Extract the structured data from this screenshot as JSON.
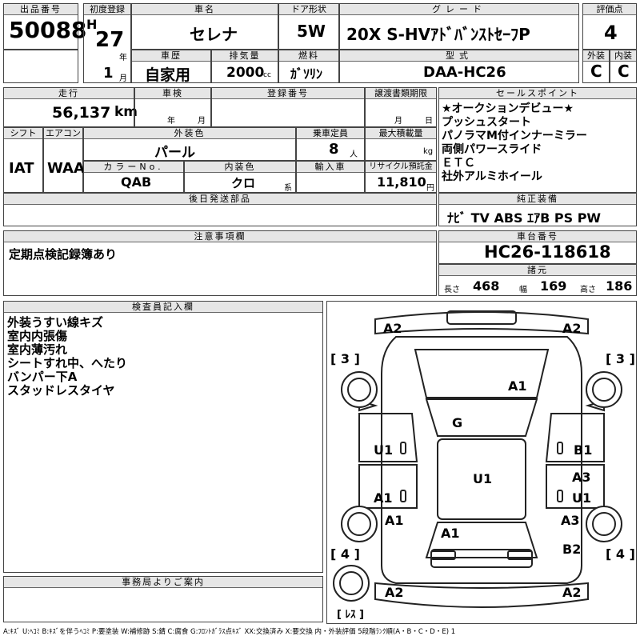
{
  "header": {
    "lot_label": "出品番号",
    "lot_number": "50088",
    "first_reg_label": "初度登録",
    "era": "H",
    "year": "27",
    "year_unit": "年",
    "month": "1",
    "month_unit": "月",
    "name_label": "車名",
    "name": "セレナ",
    "door_label": "ドア形状",
    "door": "5W",
    "grade_label": "グレード",
    "grade": "20X S-HVｱﾄﾞﾊﾞﾝｽﾄｾｰﾌP",
    "score_label": "評価点",
    "score": "4",
    "history_label": "車歴",
    "history": "自家用",
    "displacement_label": "排気量",
    "displacement": "2000",
    "displacement_unit": "cc",
    "fuel_label": "燃料",
    "fuel": "ｶﾞｿﾘﾝ",
    "model_label": "型式",
    "model": "DAA-HC26",
    "ext_label": "外装",
    "ext_grade": "C",
    "int_label": "内装",
    "int_grade": "C"
  },
  "row2": {
    "mileage_label": "走行",
    "mileage": "56,137",
    "mileage_unit": "km",
    "inspection_label": "車検",
    "insp_year": "年",
    "insp_month": "月",
    "reg_label": "登録番号",
    "transfer_label": "譲渡書類期限",
    "tr_month": "月",
    "tr_day": "日",
    "shift_label": "シフト",
    "shift": "IAT",
    "ac_label": "エアコン",
    "ac": "WAA",
    "color_label": "外装色",
    "color": "パール",
    "seats_label": "乗車定員",
    "seats": "8",
    "seats_unit": "人",
    "load_label": "最大積載量",
    "load_unit": "kg",
    "color_no_label": "カラーNo.",
    "color_no": "QAB",
    "interior_label": "内装色",
    "interior": "クロ",
    "interior_unit": "系",
    "import_label": "輸入車",
    "recycle_label": "リサイクル預託金",
    "recycle": "11,810",
    "recycle_unit": "円",
    "later_label": "後日発送部品"
  },
  "sales": {
    "label": "セールスポイント",
    "items": [
      "★オークションデビュー★",
      "プッシュスタート",
      "パノラマM付インナーミラー",
      "両側パワースライド",
      "ＥＴＣ",
      "社外アルミホイール"
    ]
  },
  "equip": {
    "label": "純正装備",
    "items": "ﾅﾋﾞ TV ABS ｴｱB PS PW"
  },
  "notes": {
    "label": "注意事項欄",
    "text": "定期点検記録簿あり"
  },
  "chassis": {
    "label": "車台番号",
    "number": "HC26-118618"
  },
  "dims": {
    "label": "諸元",
    "len_label": "長さ",
    "len": "468",
    "wid_label": "幅",
    "wid": "169",
    "hgt_label": "高さ",
    "hgt": "186"
  },
  "inspector": {
    "label": "検査員記入欄",
    "lines": [
      "外装うすい線キズ",
      "室内内張傷",
      "室内薄汚れ",
      "シートすれ中、へたり",
      "バンパー下A",
      "スタッドレスタイヤ"
    ]
  },
  "diagram": {
    "marks": [
      "A2",
      "A2",
      "[ 3 ]",
      "[ 3 ]",
      "A1",
      "G",
      "U1",
      "B1",
      "U1",
      "A1",
      "A3",
      "U1",
      "A1",
      "A3",
      "A1",
      "B2",
      "[ 4 ]",
      "[ 4 ]",
      "A2",
      "A2",
      "[ ﾚｽ ]"
    ]
  },
  "office": {
    "label": "事務局よりご案内"
  },
  "legend": "A:ｷｽﾞ U:ﾍｺﾐ B:ｷｽﾞを伴うﾍｺﾐ P:要塗装 W:補修跡 S:錆 C:腐食 G:ﾌﾛﾝﾄｶﾞﾗｽ点ｷｽﾞ XX:交換済み X:要交換 内・外装評価 5段階ﾗﾝｸ順(A・B・C・D・E) 1"
}
